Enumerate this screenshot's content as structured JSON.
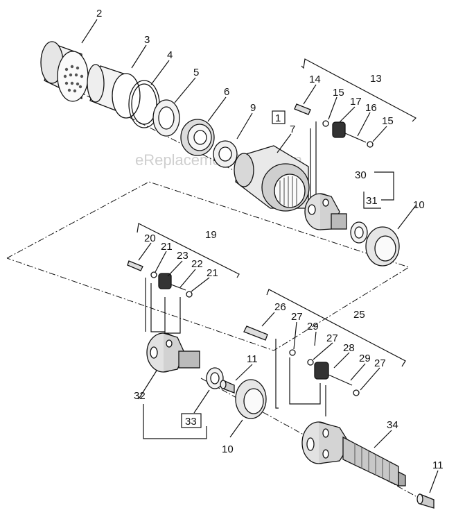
{
  "watermark": "eReplacementParts.com",
  "callouts": {
    "c1": "1",
    "c2": "2",
    "c3": "3",
    "c4": "4",
    "c5": "5",
    "c6": "6",
    "c7": "7",
    "c9": "9",
    "c10a": "10",
    "c10b": "10",
    "c11a": "11",
    "c11b": "11",
    "c13": "13",
    "c14": "14",
    "c15a": "15",
    "c15b": "15",
    "c16": "16",
    "c17": "17",
    "c19": "19",
    "c20": "20",
    "c21a": "21",
    "c21b": "21",
    "c22": "22",
    "c23": "23",
    "c25": "25",
    "c26": "26",
    "c27a": "27",
    "c27b": "27",
    "c27c": "27",
    "c28": "28",
    "c29a": "29",
    "c29b": "29",
    "c30": "30",
    "c31": "31",
    "c32": "32",
    "c33": "33",
    "c34": "34"
  }
}
